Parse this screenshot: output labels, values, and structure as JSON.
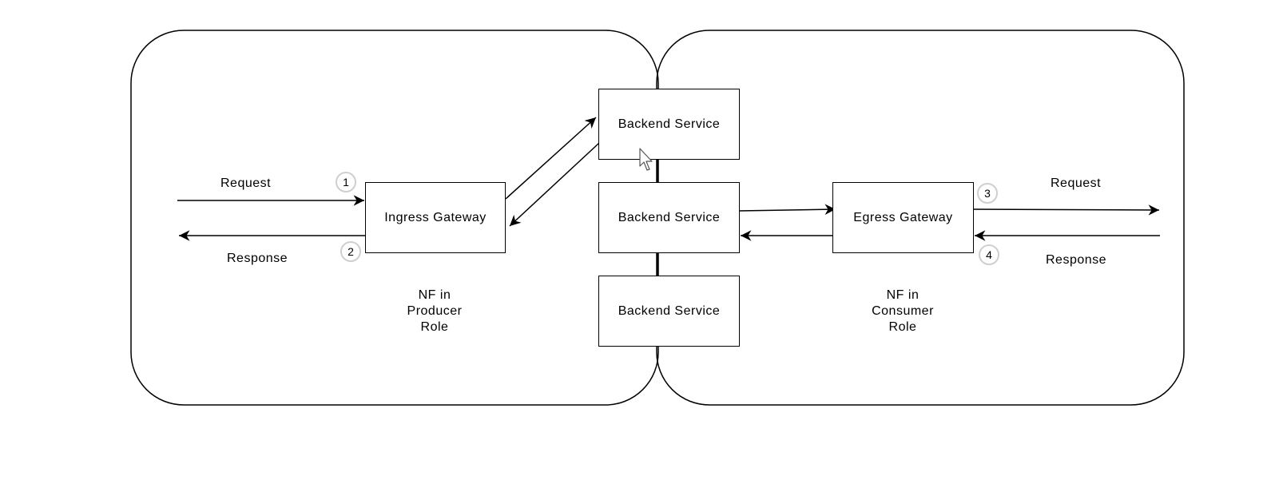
{
  "nodes": {
    "ingress": "Ingress Gateway",
    "egress": "Egress Gateway",
    "backend_top": "Backend Service",
    "backend_mid": "Backend Service",
    "backend_bottom": "Backend Service"
  },
  "left_flow": {
    "request": "Request",
    "response": "Response",
    "badge_request": "1",
    "badge_response": "2"
  },
  "right_flow": {
    "request": "Request",
    "response": "Response",
    "badge_request": "3",
    "badge_response": "4"
  },
  "producer_role": {
    "line1": "NF in",
    "line2": "Producer",
    "line3": "Role"
  },
  "consumer_role": {
    "line1": "NF in",
    "line2": "Consumer",
    "line3": "Role"
  },
  "colors": {
    "stroke": "#000000",
    "badge_border": "#cfcfcf",
    "background": "#ffffff"
  },
  "icons": {
    "cursor": "mouse-pointer-icon"
  }
}
